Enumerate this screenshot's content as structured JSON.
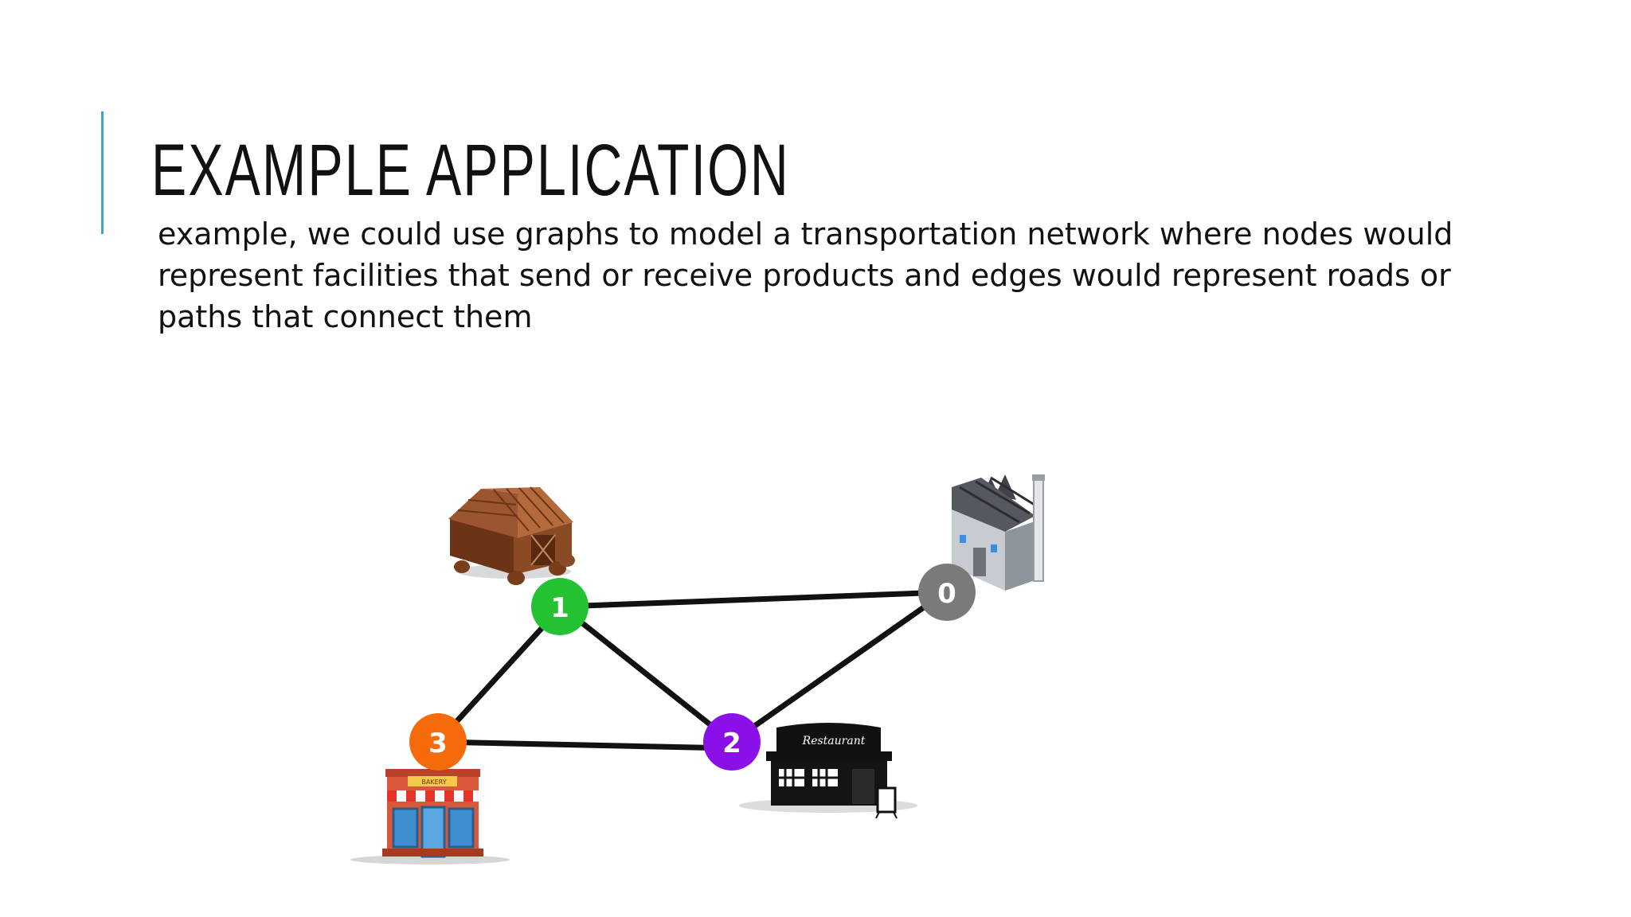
{
  "slide": {
    "title": "EXAMPLE APPLICATION",
    "body_lines": [
      "example, we could use graphs to model a transportation network where nodes would",
      "represent facilities that send or receive products and edges would represent roads or",
      "paths that connect them"
    ]
  },
  "graph": {
    "nodes": [
      {
        "id": "0",
        "label": "0",
        "color": "#7a7a7a",
        "facility": "factory-icon"
      },
      {
        "id": "1",
        "label": "1",
        "color": "#22c232",
        "facility": "warehouse-icon"
      },
      {
        "id": "2",
        "label": "2",
        "color": "#8b10e8",
        "facility": "restaurant-icon",
        "sign_text": "Restaurant"
      },
      {
        "id": "3",
        "label": "3",
        "color": "#f56a0a",
        "facility": "bakery-icon",
        "sign_text": "BAKERY"
      }
    ],
    "edges": [
      {
        "from": "1",
        "to": "0"
      },
      {
        "from": "1",
        "to": "2"
      },
      {
        "from": "1",
        "to": "3"
      },
      {
        "from": "2",
        "to": "0"
      },
      {
        "from": "3",
        "to": "2"
      }
    ]
  },
  "colors": {
    "accent": "#3aa6d8",
    "edge": "#111111"
  }
}
